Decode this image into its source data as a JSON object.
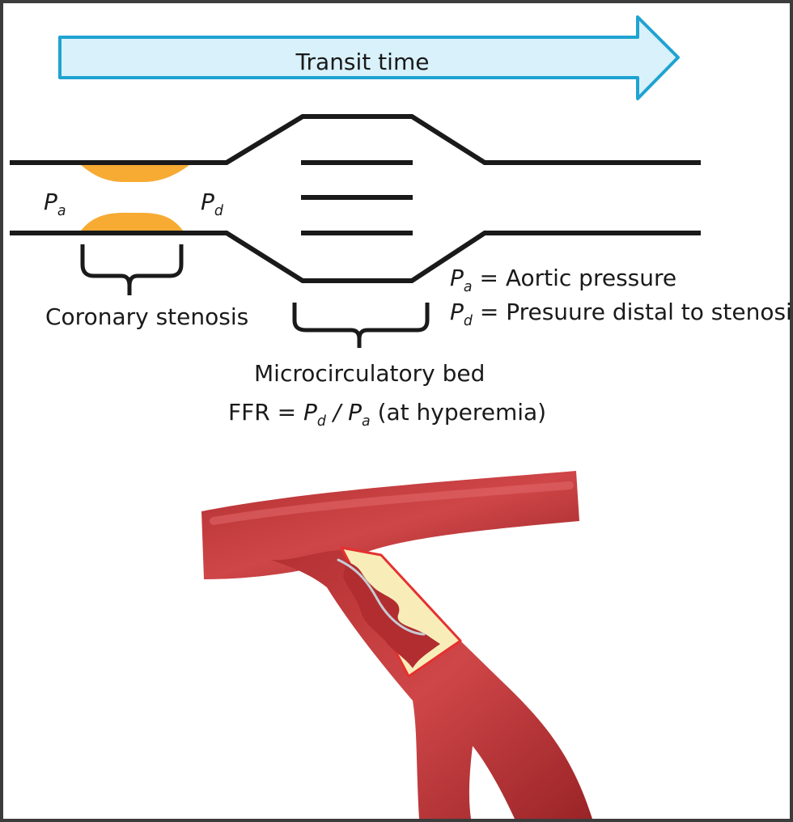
{
  "arrow": {
    "label": "Transit time"
  },
  "symbols": {
    "p": "P",
    "a": "a",
    "d": "d",
    "eq": "=",
    "slash": "/"
  },
  "labels": {
    "stenosis": "Coronary stenosis",
    "bed": "Microcirculatory bed",
    "aortic": "Aortic pressure",
    "distal": "Presuure distal to stenosis",
    "ffr_prefix": "FFR",
    "ffr_suffix": "(at hyperemia)"
  },
  "colors": {
    "arrow_fill": "#d9f1fa",
    "arrow_stroke": "#1fa3d2",
    "plaque": "#f7ab33",
    "vessel": "#a8282b",
    "vessel_light": "#d24a4c",
    "stent_plaque": "#f8edb9",
    "stent_border": "#e63030",
    "wire": "#c6ccd4",
    "line": "#1a1a1a"
  }
}
